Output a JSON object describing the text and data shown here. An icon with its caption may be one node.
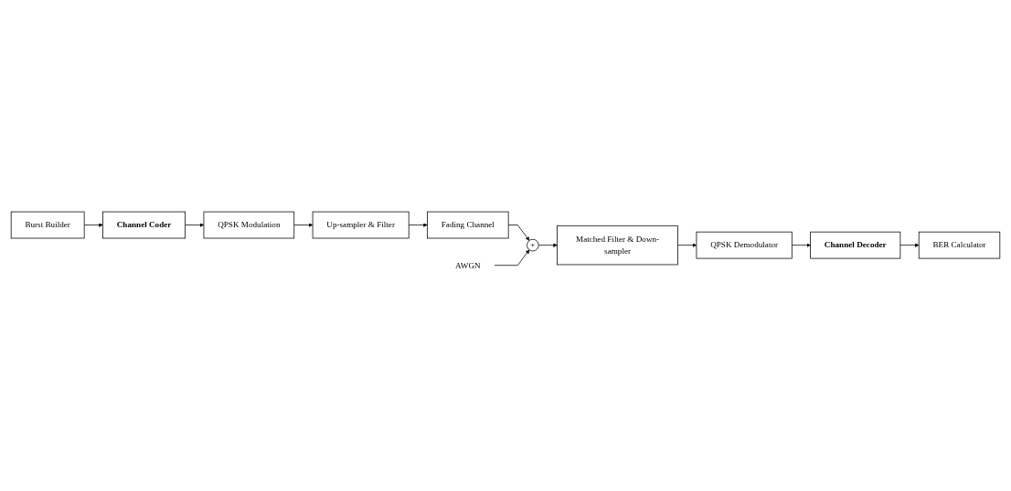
{
  "diagram": {
    "nodes": [
      {
        "text": [
          "Burst Builder"
        ]
      },
      {
        "text": [
          "Channel Coder"
        ]
      },
      {
        "text": [
          "QPSK Modulation"
        ]
      },
      {
        "text": [
          "Up-sampler & Filter"
        ]
      },
      {
        "text": [
          "Fading Channel"
        ]
      },
      {
        "text": [
          "+"
        ]
      },
      {
        "text": [
          "AWGN"
        ]
      },
      {
        "text": [
          "Matched Filter & Down-sampler"
        ]
      },
      {
        "text": [
          "QPSK Demodulator"
        ]
      },
      {
        "text": [
          "Channel Decoder"
        ]
      },
      {
        "text": [
          "BER Calculator"
        ]
      }
    ],
    "edges": [
      {
        "from": 0,
        "to": 1,
        "arrow": "to"
      },
      {
        "from": 1,
        "to": 2,
        "arrow": "to"
      },
      {
        "from": 2,
        "to": 3,
        "arrow": "to"
      },
      {
        "from": 3,
        "to": 4,
        "arrow": "to"
      },
      {
        "from": 4,
        "to": 5,
        "arrow": "to"
      },
      {
        "from": 6,
        "to": 5,
        "arrow": "to"
      },
      {
        "from": 5,
        "to": 7,
        "arrow": "to"
      },
      {
        "from": 7,
        "to": 8,
        "arrow": "to"
      },
      {
        "from": 8,
        "to": 9,
        "arrow": "to"
      },
      {
        "from": 9,
        "to": 10,
        "arrow": "to"
      }
    ]
  }
}
